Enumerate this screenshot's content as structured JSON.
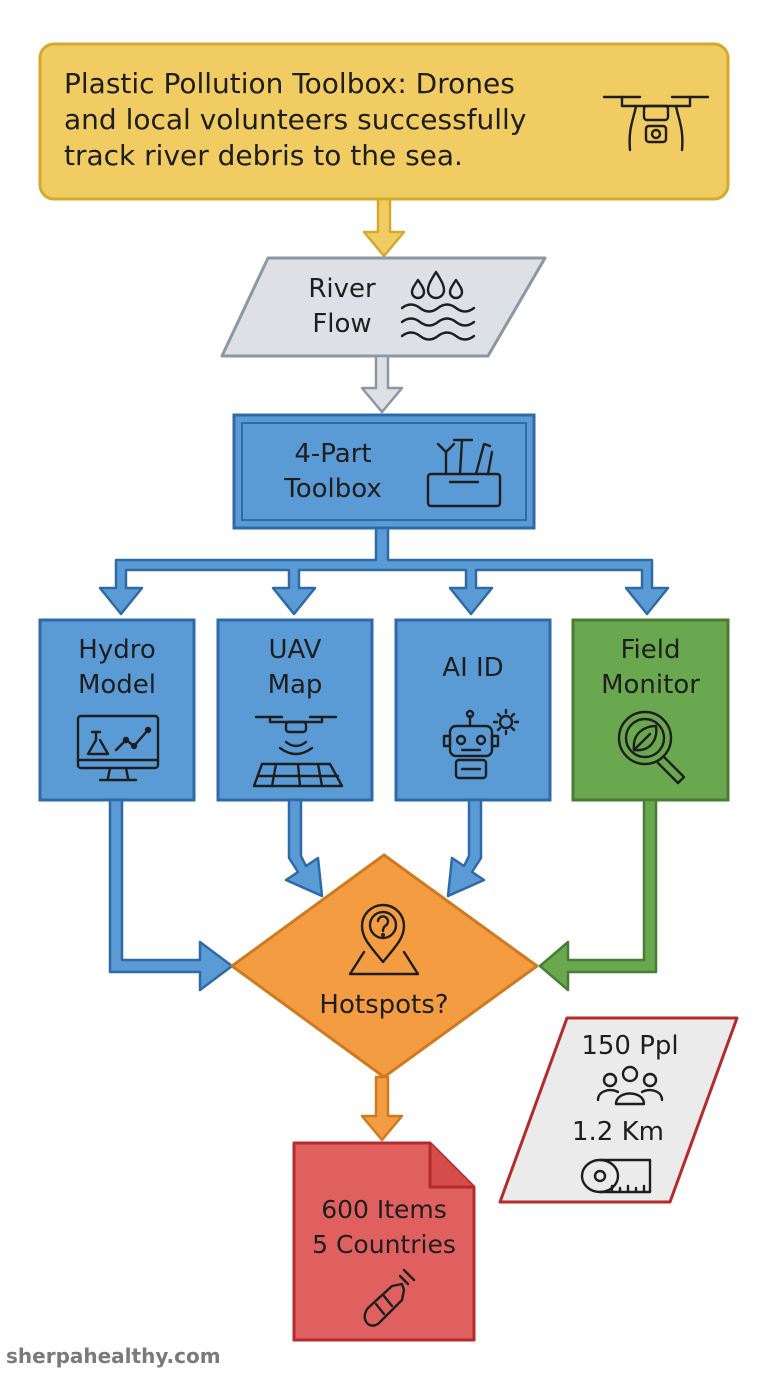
{
  "title": {
    "line1": "Plastic Pollution Toolbox: Drones",
    "line2": "and local volunteers successfully",
    "line3": "track river debris to the sea."
  },
  "river": {
    "line1": "River",
    "line2": "Flow"
  },
  "toolbox": {
    "line1": "4-Part",
    "line2": "Toolbox"
  },
  "components": [
    {
      "line1": "Hydro",
      "line2": "Model"
    },
    {
      "line1": "UAV",
      "line2": "Map"
    },
    {
      "line1": "AI ID",
      "line2": ""
    },
    {
      "line1": "Field",
      "line2": "Monitor"
    }
  ],
  "decision": {
    "label": "Hotspots?"
  },
  "stats": {
    "people": "150 Ppl",
    "distance": "1.2 Km"
  },
  "result": {
    "line1": "600 Items",
    "line2": "5 Countries"
  },
  "watermark": "sherpahealthy.com",
  "colors": {
    "title_fill": "#f0cc62",
    "title_stroke": "#d4a92f",
    "river_fill": "#dde1e6",
    "river_stroke": "#8d97a3",
    "blue_fill": "#5b9bd5",
    "blue_stroke": "#2f6aa8",
    "green_fill": "#6aa84f",
    "green_stroke": "#4a7d34",
    "orange_fill": "#f39c42",
    "orange_stroke": "#d07a1f",
    "red_fill": "#e06060",
    "red_stroke": "#b42b2b",
    "stats_fill": "#ebebeb",
    "stats_stroke": "#b42b2b"
  },
  "icons": {
    "title": "drone-icon",
    "river": "water-drops-icon",
    "toolbox": "toolbox-icon",
    "hydro": "monitor-chart-icon",
    "uav": "drone-map-icon",
    "ai": "robot-icon",
    "field": "magnifier-leaf-icon",
    "decision": "location-question-icon",
    "people": "people-group-icon",
    "distance": "tape-measure-icon",
    "result": "plastic-bottle-icon"
  }
}
